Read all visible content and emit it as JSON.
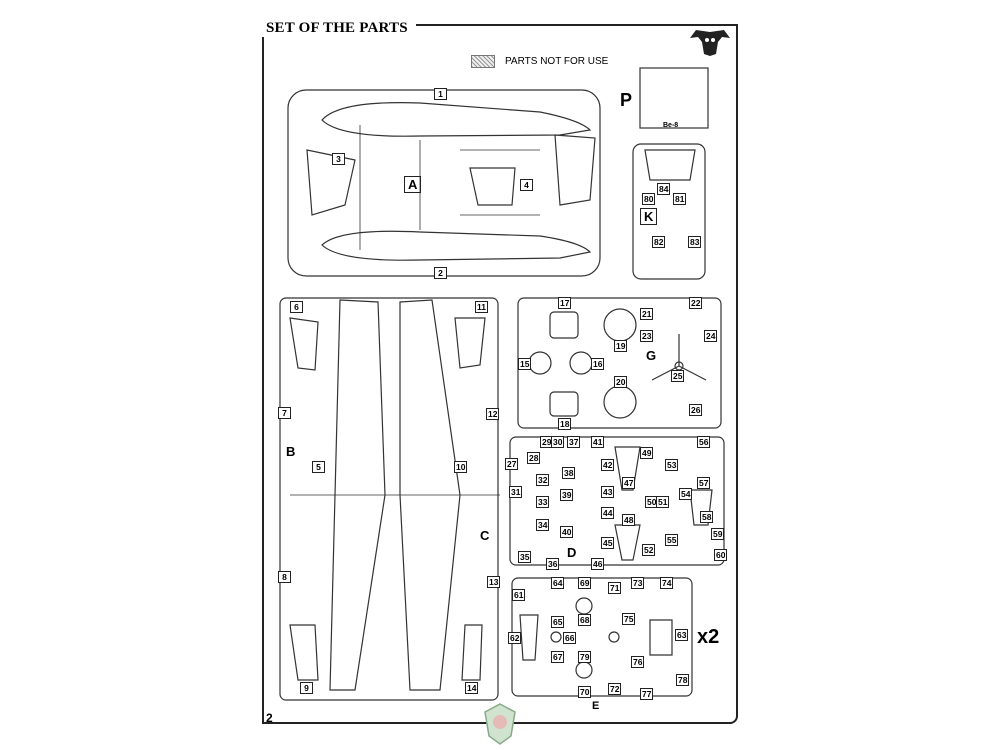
{
  "page_title": "SET OF THE PARTS",
  "legend_text": "PARTS NOT FOR USE",
  "page_number": "2",
  "multiplier": "x2",
  "etch_label": "Be-8",
  "sprue_letters": {
    "A": "A",
    "B": "B",
    "C": "C",
    "D": "D",
    "E": "E",
    "G": "G",
    "K": "K",
    "P": "P"
  },
  "part_numbers": [
    "1",
    "2",
    "3",
    "4",
    "5",
    "6",
    "7",
    "8",
    "9",
    "10",
    "11",
    "12",
    "13",
    "14",
    "15",
    "16",
    "17",
    "18",
    "19",
    "20",
    "21",
    "22",
    "23",
    "24",
    "25",
    "26",
    "27",
    "28",
    "29",
    "30",
    "31",
    "32",
    "33",
    "34",
    "35",
    "36",
    "37",
    "38",
    "39",
    "40",
    "41",
    "42",
    "43",
    "44",
    "45",
    "46",
    "47",
    "48",
    "49",
    "50",
    "51",
    "52",
    "53",
    "54",
    "55",
    "56",
    "57",
    "58",
    "59",
    "60",
    "61",
    "62",
    "63",
    "64",
    "65",
    "66",
    "67",
    "68",
    "69",
    "70",
    "71",
    "72",
    "73",
    "74",
    "75",
    "76",
    "77",
    "78",
    "79",
    "80",
    "81",
    "82",
    "83",
    "84"
  ],
  "icons": {
    "owl": "owl-logo-icon",
    "watermark": "watermark-logo-icon"
  }
}
